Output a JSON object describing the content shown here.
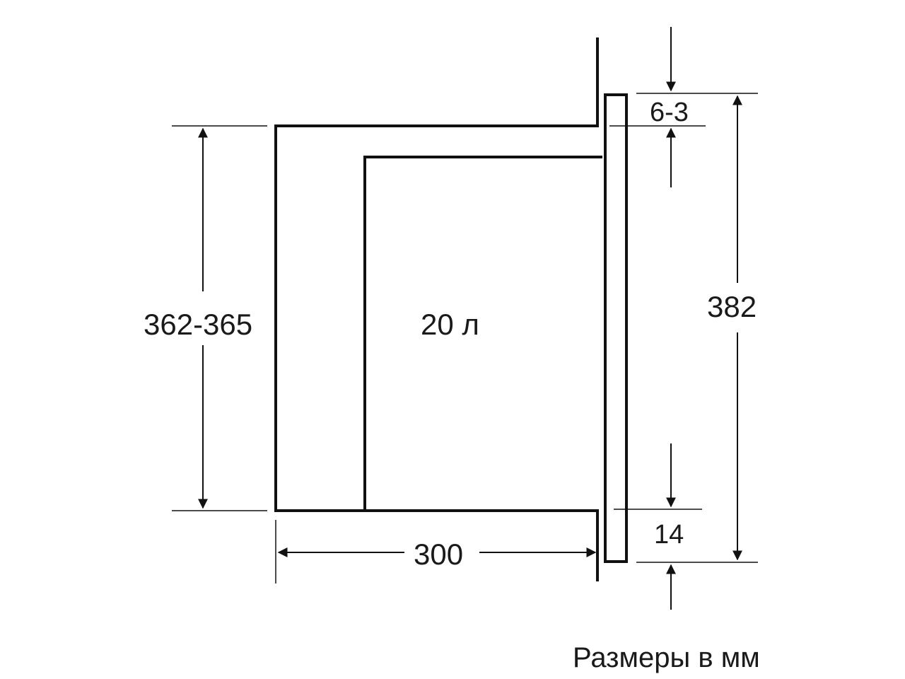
{
  "diagram": {
    "line_color": "#111111",
    "labels": {
      "height_niche": "362-365",
      "volume": "20 л",
      "depth": "300",
      "top_gap": "6-3",
      "total_height": "382",
      "bottom_gap": "14",
      "caption": "Размеры в мм"
    }
  }
}
